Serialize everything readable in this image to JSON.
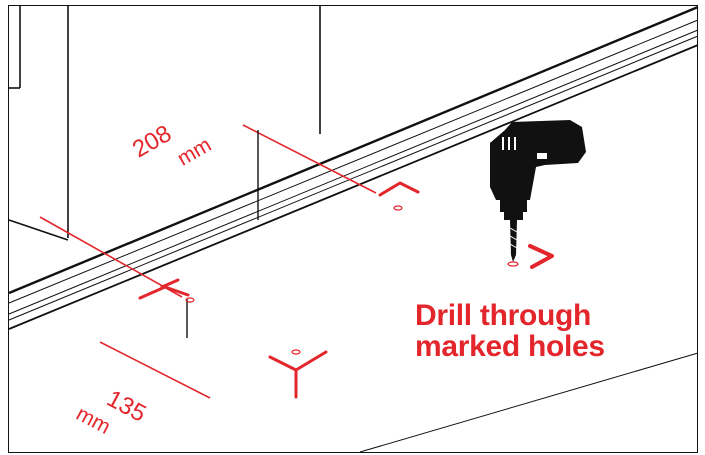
{
  "instruction": {
    "line1": "Drill through",
    "line2": "marked holes"
  },
  "dimensions": {
    "upper": {
      "value": "208",
      "unit": "mm"
    },
    "lower": {
      "value": "135",
      "unit": "mm"
    }
  },
  "icons": {
    "drill": "power-drill-icon",
    "arrow": "arrow-right-icon"
  },
  "colors": {
    "accent": "#e3262b",
    "ink": "#111111",
    "background": "#ffffff"
  }
}
